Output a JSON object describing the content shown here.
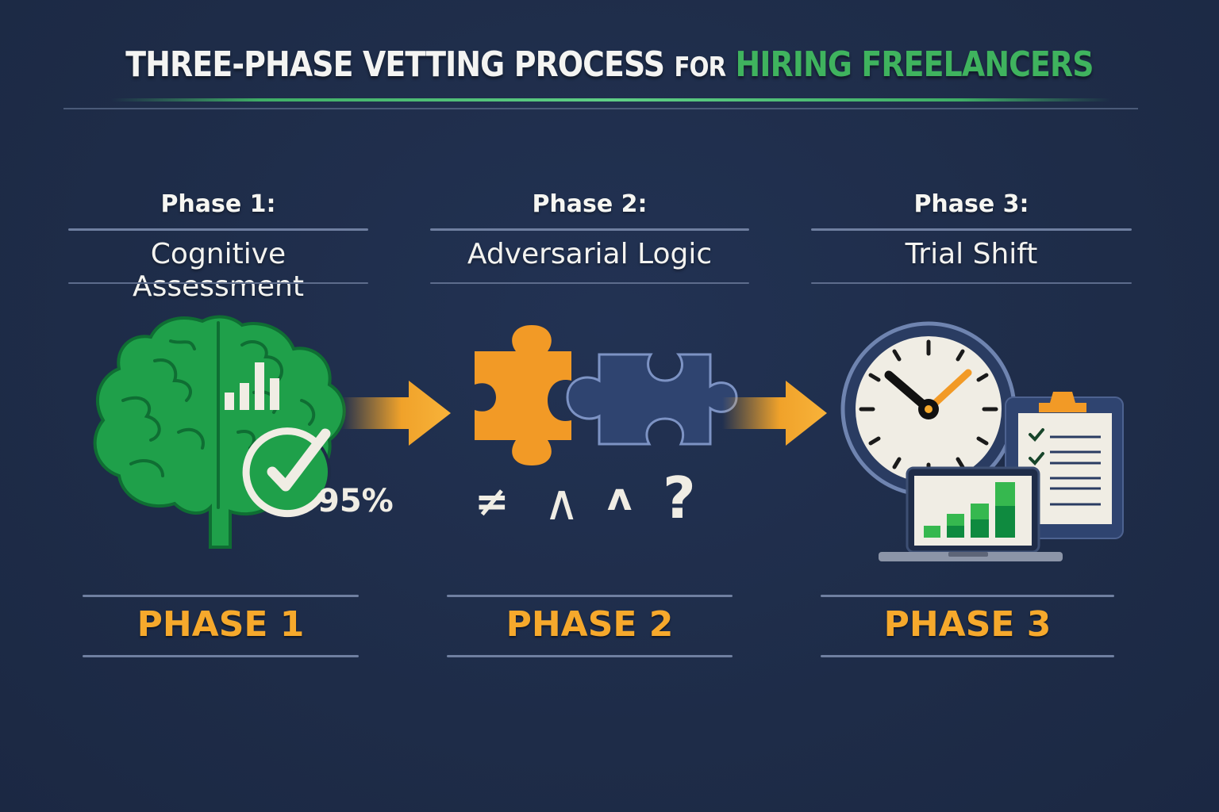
{
  "title": {
    "part1": "THREE-PHASE VETTING PROCESS",
    "part2": "FOR",
    "part3": "HIRING FREELANCERS"
  },
  "colors": {
    "background": "#1e2c48",
    "accent_orange": "#f6a92c",
    "accent_green": "#3fb35e",
    "puzzle_blue": "#2f4470",
    "text_white": "#f4f4f2",
    "rule": "#6f7fa0"
  },
  "phases": [
    {
      "heading": "Phase 1:",
      "name": "Cognitive Assessment",
      "label": "PHASE 1",
      "illustration": {
        "icons": [
          "brain-icon",
          "bar-chart-icon",
          "checkmark-circle-icon"
        ],
        "score": "95%"
      }
    },
    {
      "heading": "Phase 2:",
      "name": "Adversarial Logic",
      "label": "PHASE 2",
      "illustration": {
        "icons": [
          "puzzle-piece-orange-icon",
          "puzzle-piece-blue-icon"
        ],
        "symbols": [
          "≠",
          "∧",
          "ʌ",
          "?"
        ]
      }
    },
    {
      "heading": "Phase 3:",
      "name": "Trial Shift",
      "label": "PHASE 3",
      "illustration": {
        "icons": [
          "clock-icon",
          "clipboard-checklist-icon",
          "laptop-chart-icon"
        ]
      }
    }
  ],
  "arrows": [
    "arrow-right-icon",
    "arrow-right-icon"
  ]
}
